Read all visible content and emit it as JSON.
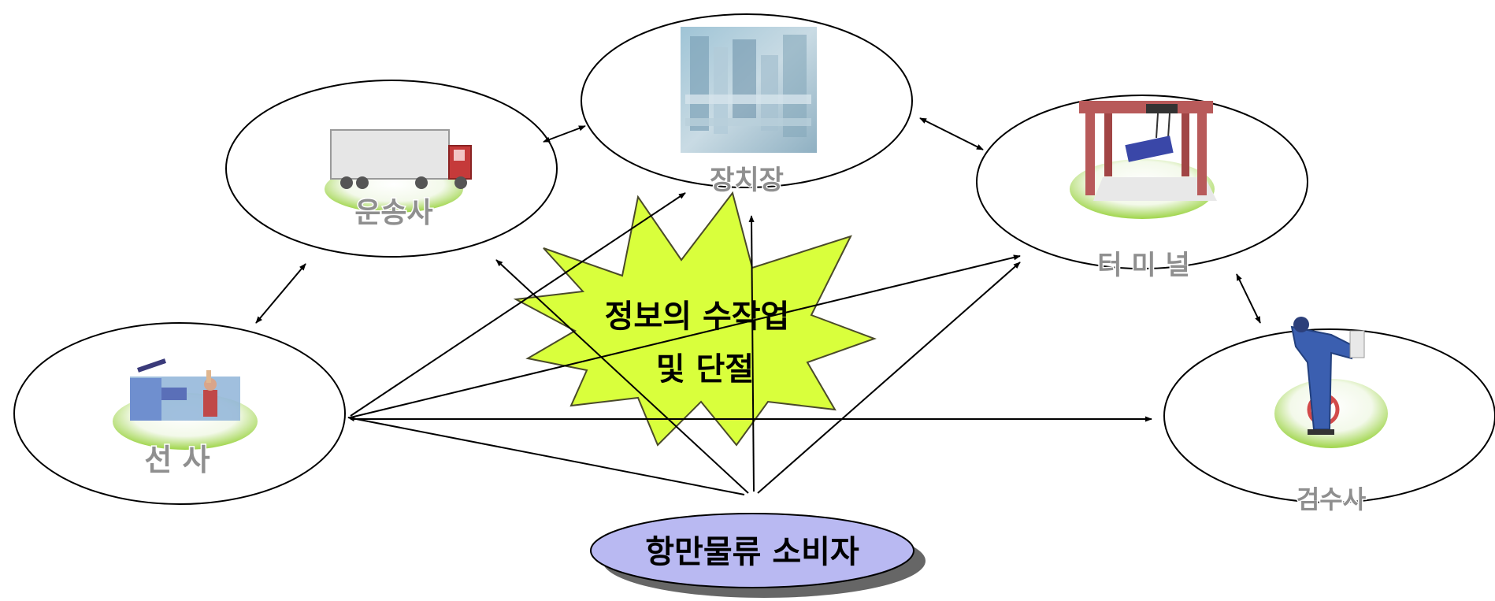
{
  "nodes": {
    "shipping_line": {
      "label": "선 사",
      "icon": "ship-crane-icon"
    },
    "transport": {
      "label": "운송사",
      "icon": "truck-icon"
    },
    "depot": {
      "label": "장치장",
      "icon": "container-yard-icon"
    },
    "terminal": {
      "label": "터 미 널",
      "icon": "gantry-crane-icon"
    },
    "inspector": {
      "label": "검수사",
      "icon": "inspector-worker-icon"
    }
  },
  "consumer": {
    "label": "항만물류 소비자"
  },
  "burst": {
    "line1": "정보의 수작업",
    "line2": "및 단절"
  },
  "colors": {
    "burst_fill": "#d9ff3c",
    "consumer_fill": "#b9b9f2",
    "label_gray": "#8f8f8f",
    "pedestal_green": "#9fd54a",
    "truck_red": "#c53a3a",
    "gantry_red": "#b85a5a",
    "container_blue": "#3a47a8"
  }
}
